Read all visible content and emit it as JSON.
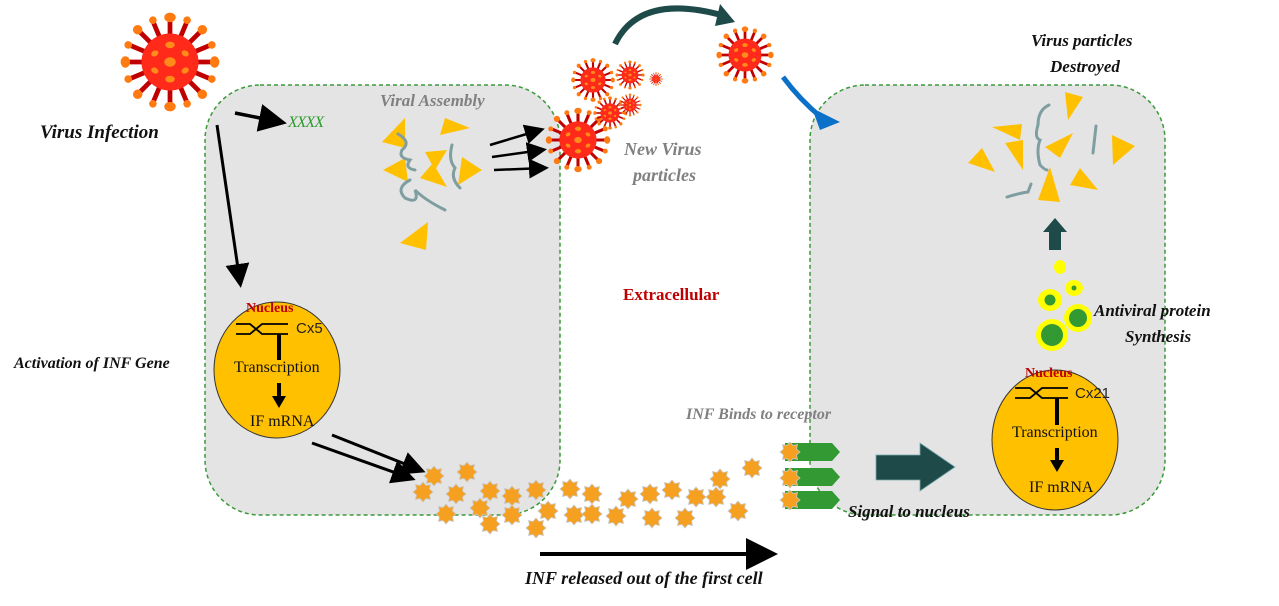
{
  "labels": {
    "virus_infection": "Virus Infection",
    "viral_rna": "XXXX",
    "viral_assembly": "Viral Assembly",
    "new_virus_line1": "New Virus",
    "new_virus_line2": "particles",
    "extracellular": "Extracellular",
    "activation": "Activation of INF Gene",
    "inf_binds": "INF Binds to receptor",
    "signal_to_nucleus": "Signal to nucleus",
    "inf_released": "INF released out of the first cell",
    "destroyed_line1": "Virus particles",
    "destroyed_line2": "Destroyed",
    "antiviral_line1": "Antiviral protein",
    "antiviral_line2": "Synthesis"
  },
  "nucleus_left": {
    "title": "Nucleus",
    "gene": "Cx5",
    "step1": "Transcription",
    "step2": "IF mRNA"
  },
  "nucleus_right": {
    "title": "Nucleus",
    "gene": "Cx21",
    "step1": "Transcription",
    "step2": "IF mRNA"
  },
  "colors": {
    "cell_fill": "#e4e4e4",
    "membrane": "#3a9a3a",
    "nucleus_fill": "#ffc000",
    "virus_body": "#ff2a1a",
    "virus_spike": "#c00000",
    "virus_tip": "#ff7a10",
    "capsid": "#ffc000",
    "rna": "#7f9ea0",
    "interferon": "#f5a020",
    "receptor": "#339933",
    "signal_arrow": "#1f4a4a",
    "blue_arrow": "#0a70c8"
  }
}
